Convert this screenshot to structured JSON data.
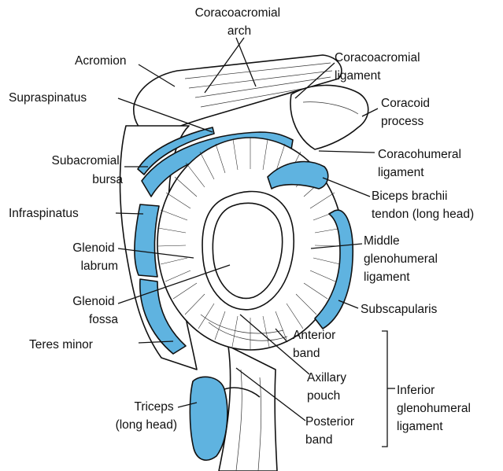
{
  "colors": {
    "muscle_blue": "#5fb3e0",
    "line": "#111111",
    "background": "#ffffff"
  },
  "labels": {
    "coracoacromial_arch": [
      "Coracoacromial",
      "arch"
    ],
    "acromion": [
      "Acromion"
    ],
    "coracoacromial_ligament": [
      "Coracoacromial",
      "ligament"
    ],
    "supraspinatus": [
      "Supraspinatus"
    ],
    "coracoid_process": [
      "Coracoid",
      "process"
    ],
    "subacromial_bursa": [
      "Subacromial",
      "bursa"
    ],
    "coracohumeral_ligament": [
      "Coracohumeral",
      "ligament"
    ],
    "biceps_brachii_tendon": [
      "Biceps brachii",
      "tendon (long head)"
    ],
    "infraspinatus": [
      "Infraspinatus"
    ],
    "glenoid_labrum": [
      "Glenoid",
      "labrum"
    ],
    "middle_glenohumeral_ligament": [
      "Middle",
      "glenohumeral",
      "ligament"
    ],
    "glenoid_fossa": [
      "Glenoid",
      "fossa"
    ],
    "subscapularis": [
      "Subscapularis"
    ],
    "teres_minor": [
      "Teres minor"
    ],
    "anterior_band": [
      "Anterior",
      "band"
    ],
    "axillary_pouch": [
      "Axillary",
      "pouch"
    ],
    "inferior_glenohumeral_ligament": [
      "Inferior",
      "glenohumeral",
      "ligament"
    ],
    "triceps": [
      "Triceps",
      "(long head)"
    ],
    "posterior_band": [
      "Posterior",
      "band"
    ]
  }
}
